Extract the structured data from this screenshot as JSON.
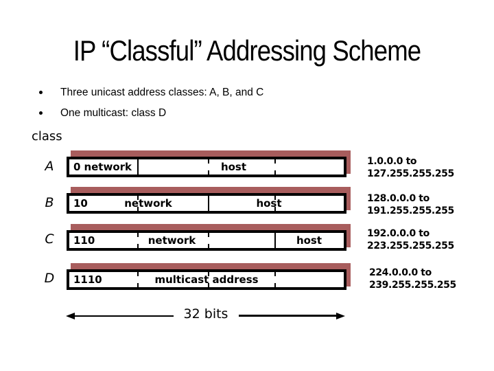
{
  "slide": {
    "title": "IP “Classful” Addressing Scheme",
    "bullets": [
      "Three unicast address classes: A, B, and C",
      "One multicast: class D"
    ],
    "class_label": "class",
    "bits_caption": "32 bits"
  },
  "colors": {
    "ink": "#000000",
    "box_shadow": "#a85d5d",
    "background": "#ffffff"
  },
  "rows": [
    {
      "label": "A",
      "bits": "0",
      "field1": "network",
      "field2": "host",
      "range": [
        "1.0.0.0 to",
        "127.255.255.255"
      ]
    },
    {
      "label": "B",
      "bits": "10",
      "field1": "network",
      "field2": "host",
      "range": [
        "128.0.0.0 to",
        "191.255.255.255"
      ]
    },
    {
      "label": "C",
      "bits": "110",
      "field1": "network",
      "field2": "host",
      "range": [
        "192.0.0.0 to",
        "223.255.255.255"
      ]
    },
    {
      "label": "D",
      "bits": "1110",
      "field1": "multicast address",
      "field2": "",
      "range": [
        "224.0.0.0 to",
        "239.255.255.255"
      ]
    }
  ]
}
